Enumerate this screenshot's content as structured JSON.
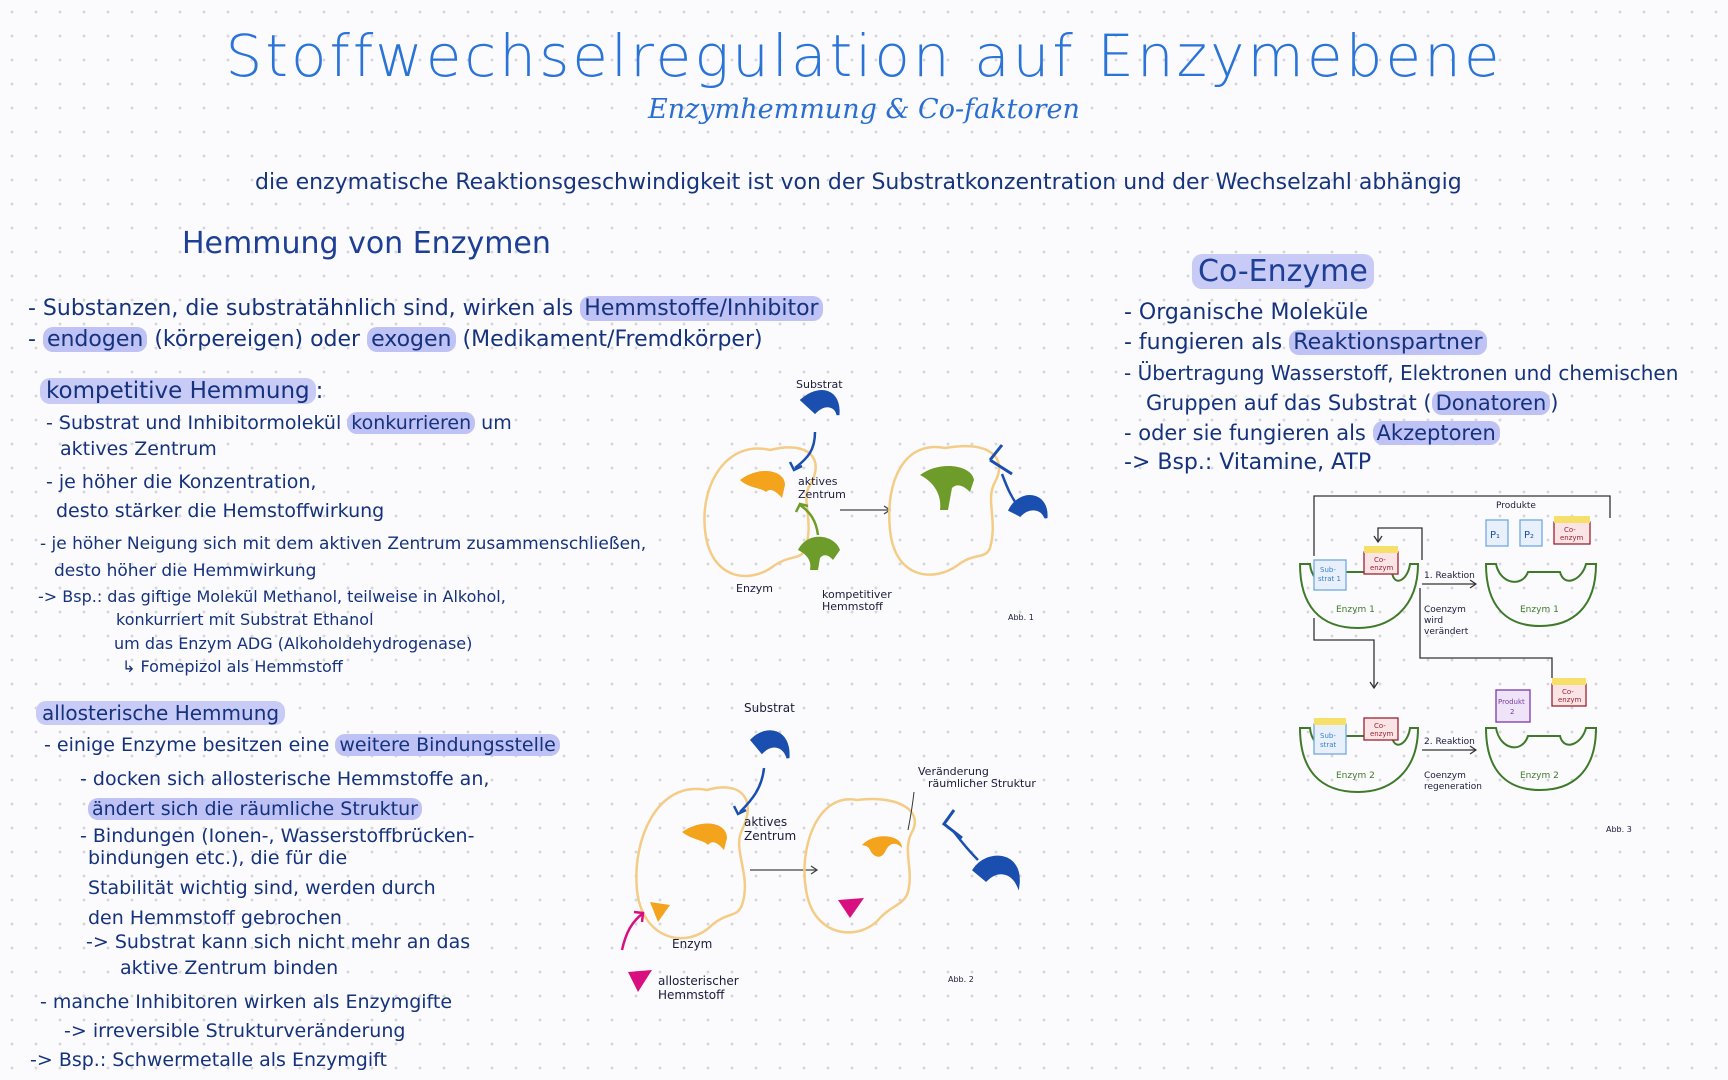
{
  "title": "Stoffwechselregulation auf Enzymebene",
  "subtitle": "Enzymhemmung & Co-faktoren",
  "intro": "die enzymatische Reaktionsgeschwindigkeit ist von der Substratkonzentration und der Wechselzahl abhängig",
  "hemmung": {
    "heading": "Hemmung von Enzymen",
    "l1_pre": "- Substanzen, die substratähnlich sind, wirken als",
    "l1_hl": "Hemmstoffe/Inhibitor",
    "l2_dash": "-",
    "l2_hl1": "endogen",
    "l2_mid": "(körpereigen) oder",
    "l2_hl2": "exogen",
    "l2_post": "(Medikament/Fremdkörper)"
  },
  "kompetitiv": {
    "heading": "kompetitive Hemmung",
    "colon": ":",
    "l1_pre": "- Substrat und Inhibitormolekül",
    "l1_hl": "konkurrieren",
    "l1_post": "um",
    "l2": "aktives Zentrum",
    "l3": "- je höher die Konzentration,",
    "l4": "desto stärker die Hemstoffwirkung",
    "l5": "- je höher Neigung sich mit dem aktiven Zentrum zusammenschließen,",
    "l6": "desto höher die Hemmwirkung",
    "l7": "-> Bsp.: das giftige Molekül Methanol, teilweise in Alkohol,",
    "l8": "konkurriert mit Substrat Ethanol",
    "l9": "um das Enzym ADG (Alkoholdehydrogenase)",
    "l10": "↳ Fomepizol als Hemmstoff"
  },
  "allosterisch": {
    "heading": "allosterische Hemmung",
    "l1_pre": "- einige Enzyme besitzen eine",
    "l1_hl": "weitere Bindungsstelle",
    "l2": "- docken sich allosterische Hemmstoffe an,",
    "l3_hl": "ändert sich die räumliche Struktur",
    "l4": "- Bindungen (Ionen-, Wasserstoffbrücken-",
    "l5": "bindungen etc.), die für die",
    "l6": "Stabilität wichtig sind, werden durch",
    "l7": "den Hemmstoff gebrochen",
    "l8": "-> Substrat kann sich nicht mehr an das",
    "l9": "aktive Zentrum binden",
    "l10": "- manche Inhibitoren wirken als Enzymgifte",
    "l11": "-> irreversible Strukturveränderung",
    "l12": "-> Bsp.: Schwermetalle als Enzymgift"
  },
  "coenzyme": {
    "heading": "Co-Enzyme",
    "l1": "- Organische Moleküle",
    "l2_pre": "- fungieren als",
    "l2_hl": "Reaktionspartner",
    "l3": "- Übertragung Wasserstoff, Elektronen und chemischen",
    "l4_pre": "Gruppen auf das Substrat (",
    "l4_hl": "Donatoren",
    "l4_post": ")",
    "l5_pre": "- oder sie fungieren als",
    "l5_hl": "Akzeptoren",
    "l6": "-> Bsp.: Vitamine, ATP"
  },
  "fig1": {
    "substrat": "Substrat",
    "aktives": "aktives",
    "zentrum": "Zentrum",
    "enzym": "Enzym",
    "komp1": "kompetitiver",
    "komp2": "Hemmstoff",
    "abb": "Abb. 1"
  },
  "fig2": {
    "substrat": "Substrat",
    "aktives": "aktives",
    "zentrum": "Zentrum",
    "veraend1": "Veränderung",
    "veraend2": "räumlicher Struktur",
    "enzym": "Enzym",
    "allo1": "allosterischer",
    "allo2": "Hemmstoff",
    "abb": "Abb. 2"
  },
  "fig3": {
    "produkte": "Produkte",
    "p1": "P₁",
    "p2": "P₂",
    "co": "Co-",
    "enzym_small": "enzym",
    "sub": "Sub-",
    "strat1": "strat 1",
    "strat2": "strat",
    "reaktion1": "1. Reaktion",
    "coenzym": "Coenzym",
    "wird": "wird",
    "veraendert": "verändert",
    "enzym1": "Enzym 1",
    "produkt": "Produkt",
    "zwei": "2",
    "reaktion2": "2. Reaktion",
    "regeneration": "regeneration",
    "enzym2": "Enzym 2",
    "abb": "Abb. 3"
  }
}
